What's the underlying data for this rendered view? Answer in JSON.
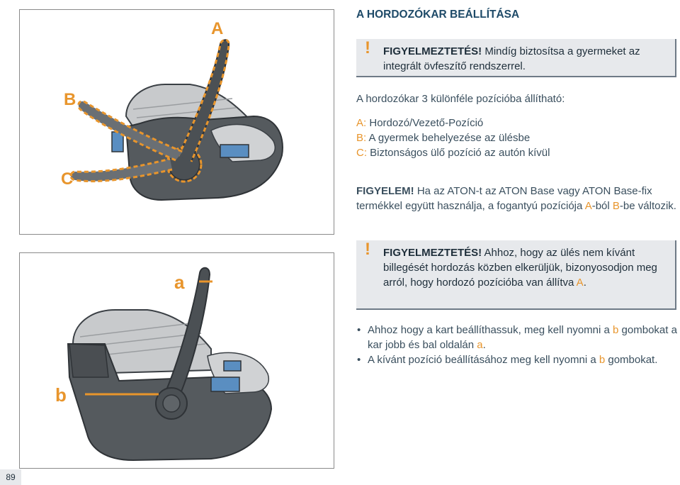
{
  "page": {
    "title": "A HORDOZÓKAR BEÁLLÍTÁSA",
    "number": "89"
  },
  "warning1": {
    "icon": "!",
    "label": "FIGYELMEZTETÉS!",
    "text": " Mindíg biztosítsa a gyermeket az integrált övfeszítő rendszerrel."
  },
  "intro": "A hordozókar 3 különféle pozícióba állítható:",
  "positions": [
    {
      "key": "A:",
      "text": " Hordozó/Vezető-Pozíció"
    },
    {
      "key": "B:",
      "text": " A gyermek behelyezése az ülésbe"
    },
    {
      "key": "C:",
      "text": " Biztonságos ülő pozíció az autón kívül"
    }
  ],
  "figyelem": {
    "label": "FIGYELEM!",
    "t1": " Ha az ATON-t az ATON Base vagy ATON Base-fix  termékkel együtt használja, a fogantyú pozíciója ",
    "a": "A",
    "t2": "-ból ",
    "b": "B",
    "t3": "-be változik."
  },
  "warning2": {
    "icon": "!",
    "label": "FIGYELMEZTETÉS!",
    "text": " Ahhoz, hogy az ülés nem kívánt billegését hordozás közben elkerüljük, bizonyosodjon meg arról, hogy hordozó pozícióba van állítva ",
    "a": "A",
    "end": "."
  },
  "bullets": [
    {
      "dot": "•",
      "t1": "Ahhoz hogy a kart beállíthassuk, meg kell nyomni a ",
      "k1": "b",
      "t2": " gombokat a kar jobb és bal oldalán ",
      "k2": "a",
      "t3": "."
    },
    {
      "dot": "•",
      "t1": "A kívánt pozíció beállításához meg kell nyomni a ",
      "k1": "b",
      "t2": " gombokat."
    }
  ],
  "figure_top": {
    "labels": [
      "A",
      "B",
      "C"
    ]
  },
  "figure_bottom": {
    "labels": [
      "a",
      "b"
    ]
  },
  "colors": {
    "accent": "#e8952c",
    "title": "#1e4a68",
    "warning_bg": "#e7e9ec",
    "seat_dark": "#555a5e",
    "seat_light": "#c4c6c8",
    "blue_part": "#5a8ec1"
  }
}
